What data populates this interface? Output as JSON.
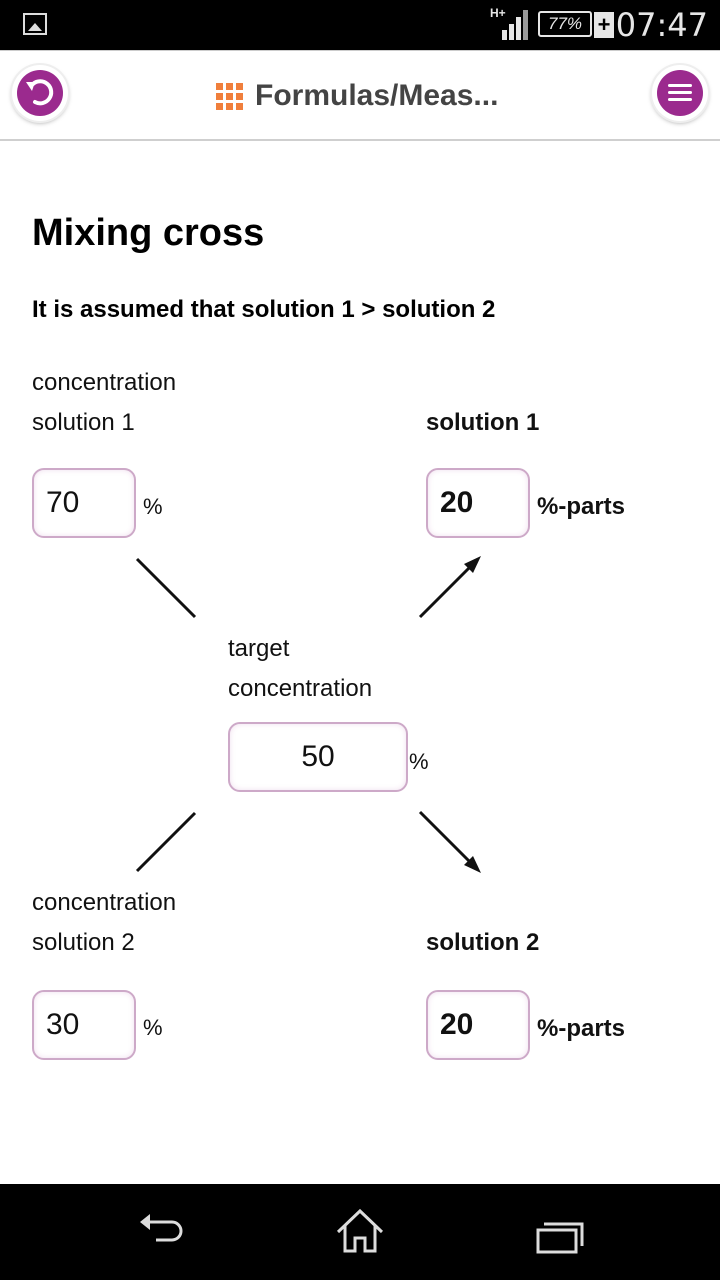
{
  "status_bar": {
    "network": "H+",
    "battery": "77%",
    "time": "07:47"
  },
  "app_bar": {
    "title": "Formulas/Meas...",
    "accent_color": "#9b2a8e",
    "icon_color": "#f07f3c"
  },
  "page": {
    "title": "Mixing cross",
    "assumption": "It is assumed that solution 1 > solution 2",
    "conc1": {
      "label_line1": "concentration",
      "label_line2": "solution 1",
      "value": "70",
      "unit": "%"
    },
    "sol1": {
      "label": "solution 1",
      "value": "20",
      "unit": "%-parts"
    },
    "target": {
      "label_line1": "target",
      "label_line2": "concentration",
      "value": "50",
      "unit": "%"
    },
    "conc2": {
      "label_line1": "concentration",
      "label_line2": "solution 2",
      "value": "30",
      "unit": "%"
    },
    "sol2": {
      "label": "solution 2",
      "value": "20",
      "unit": "%-parts"
    }
  }
}
